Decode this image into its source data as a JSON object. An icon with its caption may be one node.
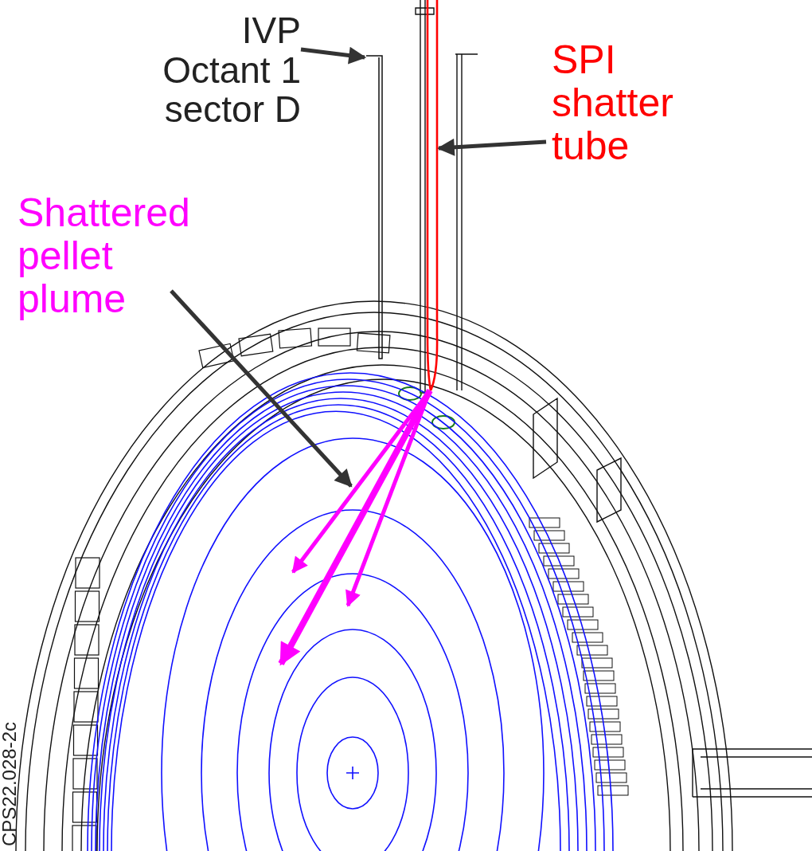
{
  "diagram": {
    "nodes": [
      {
        "text": [
          "IVP Octant 1 sector D"
        ]
      },
      {
        "text": [],
        "shape": "picture"
      },
      {
        "text": [
          "SPI shatter tube"
        ]
      },
      {
        "text": [],
        "shape": "picture"
      },
      {
        "text": [
          "Shattered pellet plume"
        ]
      },
      {
        "text": [],
        "shape": "picture"
      }
    ],
    "edges": [
      {
        "from": 0,
        "to": 1,
        "arrow": "to"
      },
      {
        "from": 2,
        "to": 3,
        "arrow": "to"
      },
      {
        "from": 4,
        "to": 5,
        "arrow": "to"
      }
    ],
    "labels": [
      "CPS22.028-2c"
    ]
  }
}
